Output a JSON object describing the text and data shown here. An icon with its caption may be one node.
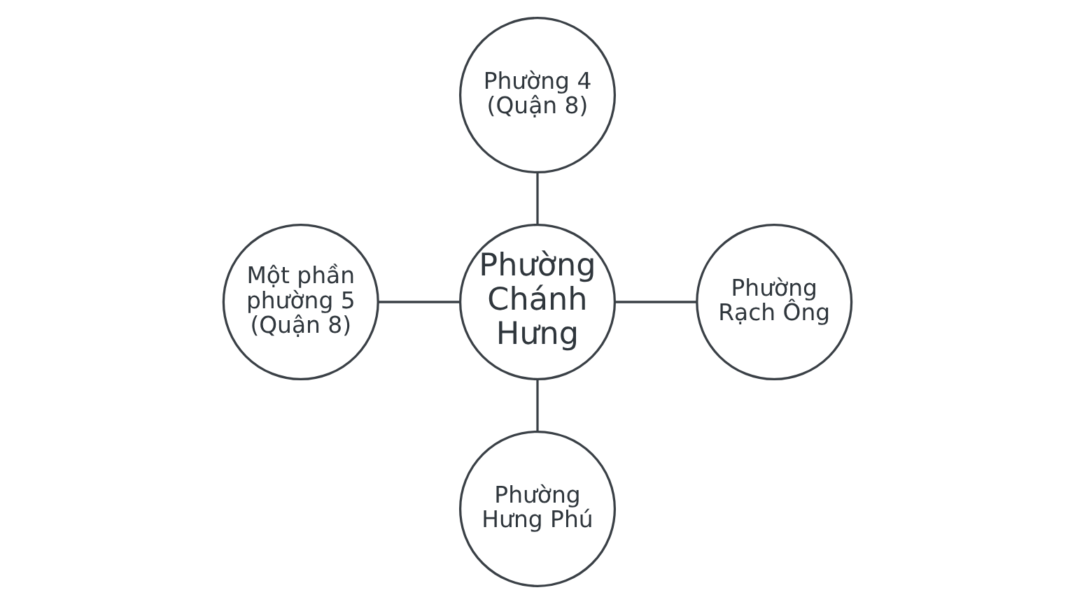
{
  "diagram": {
    "nodes": [
      {
        "text": [
          "Phường 4 (Quận 8)"
        ]
      },
      {
        "text": [
          "Một phần phường 5 (Quận 8)"
        ]
      },
      {
        "text": [
          "Phường Chánh Hưng"
        ]
      },
      {
        "text": [
          "Phường Rạch Ông"
        ]
      },
      {
        "text": [
          "Phường Hưng Phú"
        ]
      }
    ],
    "edges": [
      {
        "from": 0,
        "to": 2,
        "arrow": "none"
      },
      {
        "from": 1,
        "to": 2,
        "arrow": "none"
      },
      {
        "from": 2,
        "to": 3,
        "arrow": "none"
      },
      {
        "from": 2,
        "to": 4,
        "arrow": "none"
      }
    ]
  }
}
